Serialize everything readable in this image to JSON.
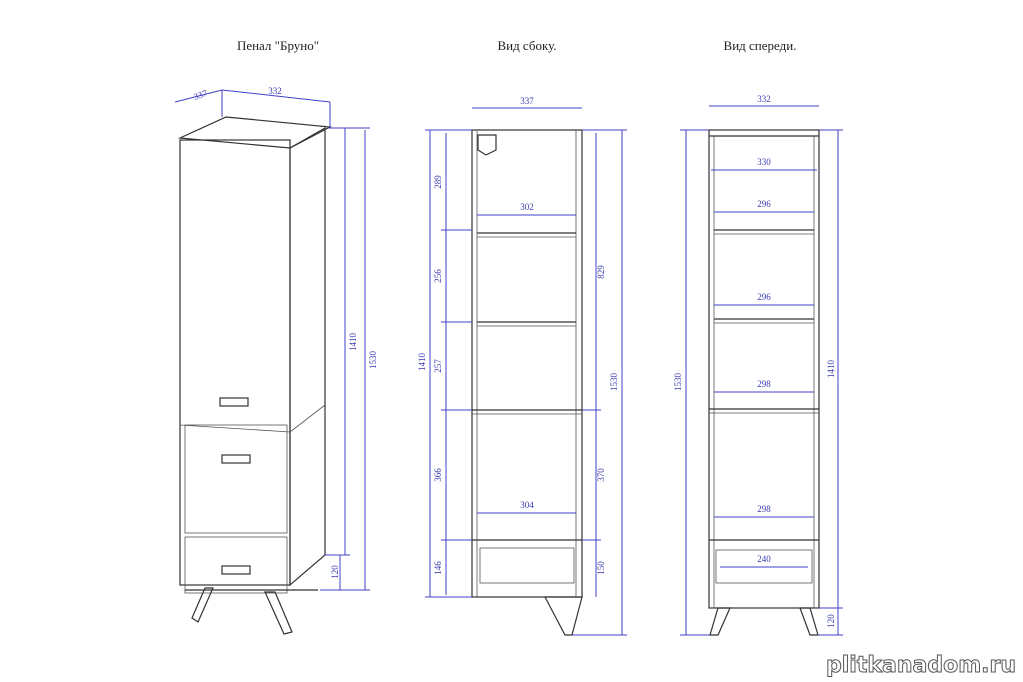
{
  "titles": {
    "iso": "Пенал \"Бруно\"",
    "side": "Вид сбоку.",
    "front": "Вид спереди."
  },
  "iso_dims": {
    "depth": "337",
    "width": "332",
    "body_height": "1410",
    "total_height": "1530",
    "leg_height": "120"
  },
  "side_dims": {
    "depth": "337",
    "inner_top": "302",
    "inner_bottom": "304",
    "sec1": "289",
    "sec2": "256",
    "sec3": "257",
    "sec4": "366",
    "sec5": "146",
    "total_body": "1410",
    "upper": "829",
    "lower": "370",
    "drawer": "150",
    "total": "1530"
  },
  "front_dims": {
    "width": "332",
    "inner": "330",
    "shelf1": "296",
    "shelf2": "296",
    "shelf3": "298",
    "lower": "298",
    "drawer": "240",
    "total": "1530",
    "body": "1410",
    "leg": "120"
  },
  "watermark": "plitkanadom.ru",
  "colors": {
    "dimension": "#4040c8",
    "outline": "#333333"
  }
}
